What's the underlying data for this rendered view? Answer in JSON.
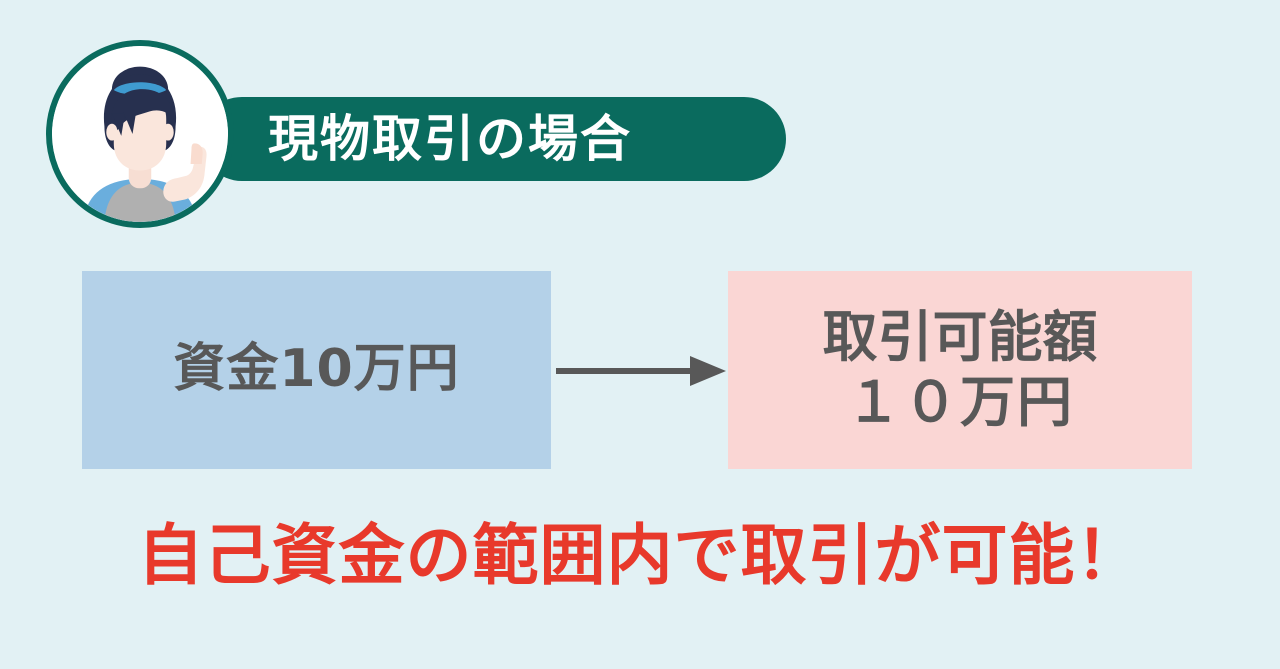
{
  "background_color": "#e2f1f4",
  "header": {
    "avatar_alt": "woman-pointing-up-avatar",
    "title": "現物取引の場合",
    "pill_color": "#0a6b5e",
    "title_color": "#ffffff"
  },
  "diagram": {
    "source_box": {
      "label": "資金10万円",
      "fill": "#b4d1e8",
      "text_color": "#585858"
    },
    "arrow": {
      "direction": "right",
      "color": "#585858"
    },
    "result_box": {
      "line1": "取引可能額",
      "line2": "１０万円",
      "fill": "#fad6d4",
      "text_color": "#585858"
    }
  },
  "caption": {
    "text": "自己資金の範囲内で取引が可能！",
    "color": "#e8392b"
  }
}
